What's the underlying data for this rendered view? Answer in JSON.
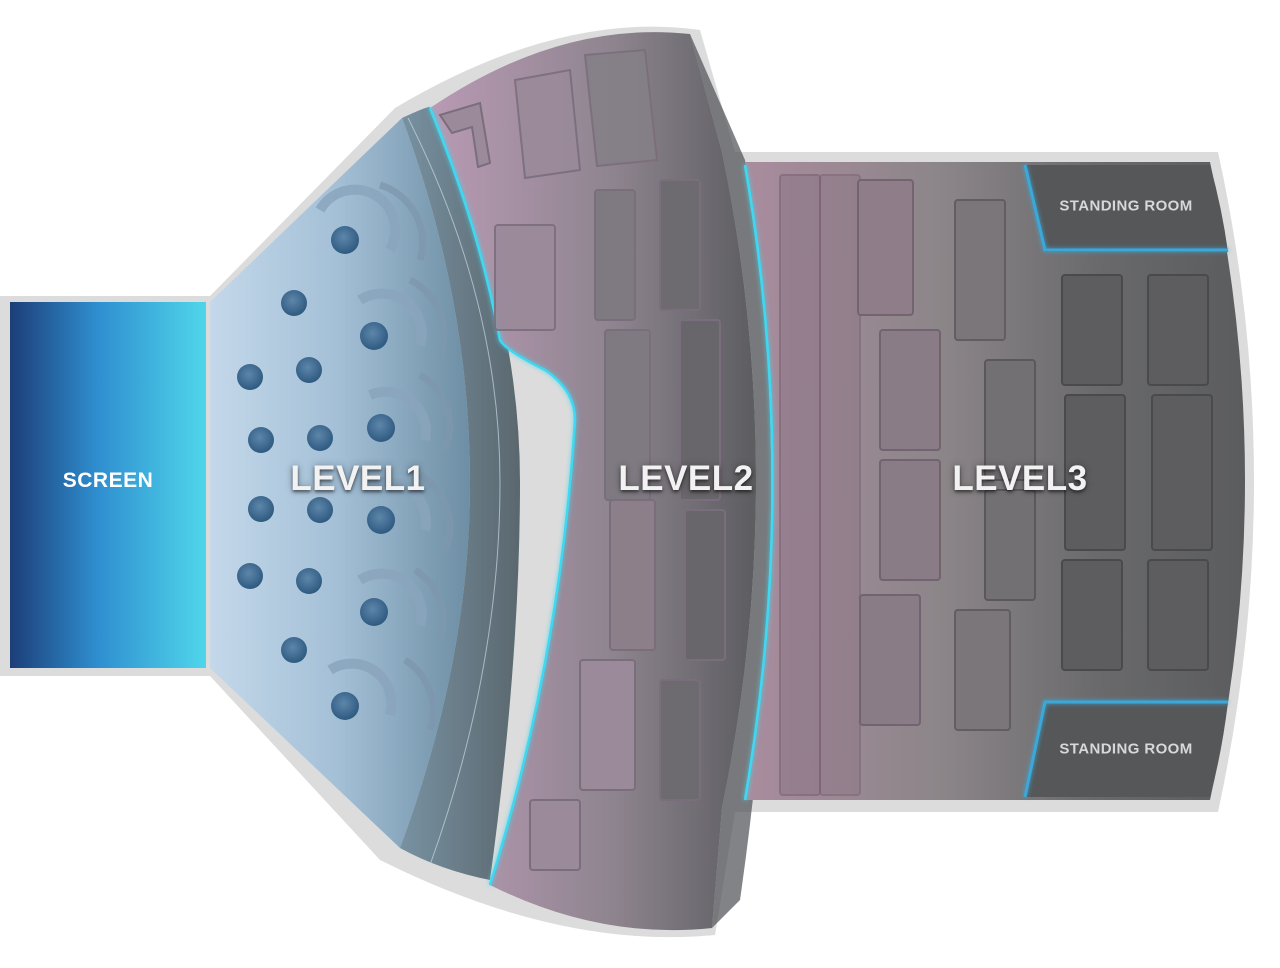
{
  "map": {
    "screen": {
      "label": "SCREEN",
      "color_dark": "#1f4e8c",
      "color_light": "#4fd3ea"
    },
    "sections": [
      {
        "id": "level1",
        "label": "LEVEL1",
        "color": "#a9c4dc"
      },
      {
        "id": "level2",
        "label": "LEVEL2",
        "color": "#b49bb0"
      },
      {
        "id": "level3",
        "label": "LEVEL3",
        "color": "#8f8588"
      }
    ],
    "standing_rooms": [
      {
        "id": "standing-room-top",
        "label": "STANDING ROOM"
      },
      {
        "id": "standing-room-bottom",
        "label": "STANDING ROOM"
      }
    ],
    "colors": {
      "border": "#dcdcdc",
      "accent_glow": "#3fd8f0",
      "floor_dark": "#5a5c5e",
      "standing_fill": "#555759"
    }
  }
}
